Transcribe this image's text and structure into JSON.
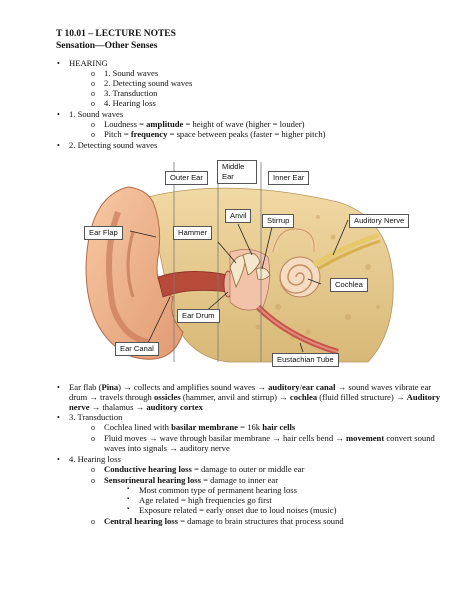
{
  "header": {
    "title": "T 10.01 – LECTURE NOTES",
    "subtitle": "Sensation—Other Senses"
  },
  "outline": {
    "hearing": "HEARING",
    "items": [
      "1. Sound waves",
      "2. Detecting sound waves",
      "3. Transduction",
      "4. Hearing loss"
    ],
    "sound_waves_title": "1. Sound waves",
    "loudness": {
      "prefix": "Loudness = ",
      "term": "amplitude",
      "rest": " = height of wave (higher = louder)"
    },
    "pitch": {
      "prefix": "Pitch = ",
      "term": "frequency",
      "rest": " = space between peaks (faster = higher pitch)"
    },
    "detecting_title": "2. Detecting sound waves"
  },
  "diagram": {
    "labels": {
      "outer_ear": "Outer Ear",
      "middle_ear_1": "Middle",
      "middle_ear_2": "Ear",
      "inner_ear": "Inner Ear",
      "anvil": "Anvil",
      "stirrup": "Stirrup",
      "auditory_nerve": "Auditory Nerve",
      "ear_flap": "Ear Flap",
      "hammer": "Hammer",
      "cochlea": "Cochlea",
      "ear_drum": "Ear Drum",
      "ear_canal": "Ear Canal",
      "eustachian_tube": "Eustachian Tube"
    }
  },
  "notes": {
    "line1a": "Ear flab (",
    "line1b": "Pina",
    "line1c": ") → collects and amplifies sound waves → ",
    "line1d": "auditory",
    "line1e": "/",
    "line1f": "ear canal",
    "line1g": " → sound waves vibrate ear",
    "line2a": "drum → travels through ",
    "line2b": "ossicles",
    "line2c": " (hammer, anvil and stirrup) → ",
    "line2d": "cochlea",
    "line2e": " (fluid filled structure) → ",
    "line2f": "Auditory",
    "line3a": "nerve",
    "line3b": " → thalamus → ",
    "line3c": "auditory cortex",
    "transduction": "3. Transduction",
    "cochlea_a": "Cochlea lined with ",
    "cochlea_b": "basilar membrane",
    "cochlea_c": " = 16k ",
    "cochlea_d": "hair cells",
    "fluid_a": "Fluid moves → wave through basilar membrane → hair cells bend → ",
    "fluid_b": "movement",
    "fluid_c": " convert sound",
    "fluid_2": "waves into signals → auditory nerve",
    "hearing_loss": "4. Hearing loss",
    "conductive_a": "Conductive hearing loss",
    "conductive_b": " = damage to outer or middle ear",
    "sensori_a": "Sensorineural hearing loss",
    "sensori_b": " = damage to inner ear",
    "sub1": "Most common type of permanent hearing loss",
    "sub2": "Age related = high frequencies go first",
    "sub3": "Exposure related = early onset due to loud noises (music)",
    "central_a": "Central hearing loss",
    "central_b": " = damage to brain structures that process sound"
  },
  "bullets": {
    "dot": "•",
    "o": "o",
    "sq": "▪"
  }
}
